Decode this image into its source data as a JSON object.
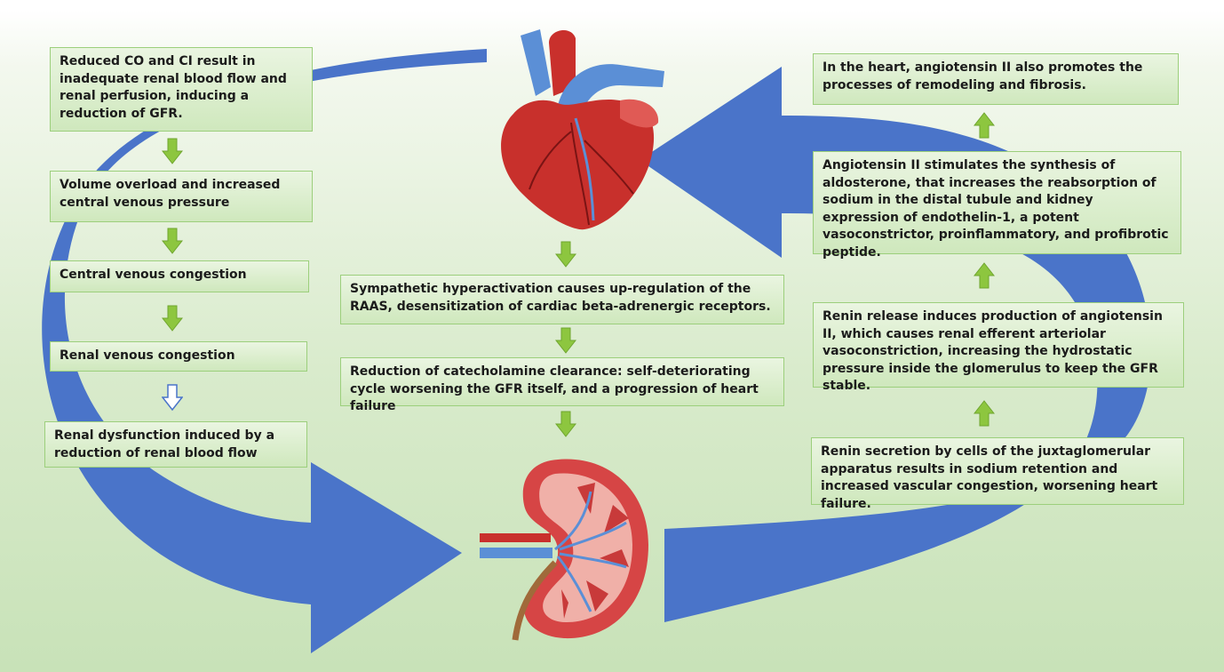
{
  "left_steps": [
    "Reduced CO and CI result in inadequate renal blood flow and renal perfusion, inducing a reduction of GFR.",
    "Volume overload and increased central venous pressure",
    "Central venous congestion",
    "Renal venous congestion",
    "Renal dysfunction induced by a reduction of renal blood flow"
  ],
  "center_steps": [
    "Sympathetic hyperactivation causes up-regulation of the RAAS, desensitization of cardiac beta-adrenergic receptors.",
    "Reduction of catecholamine clearance: self-deteriorating cycle worsening the GFR itself, and a progression of heart failure"
  ],
  "right_steps": [
    "In the heart, angiotensin II also promotes the processes of remodeling and fibrosis.",
    "Angiotensin II stimulates the synthesis of aldosterone, that increases the reabsorption of sodium in the distal tubule and kidney expression of endothelin-1, a potent vasoconstrictor, proinflammatory, and profibrotic peptide.",
    "Renin release induces production of angiotensin II, which causes renal efferent arteriolar vasoconstriction, increasing the hydrostatic pressure inside the glomerulus to keep the GFR stable.",
    "Renin secretion by cells of the juxtaglomerular apparatus  results in sodium retention and increased vascular congestion, worsening heart failure."
  ],
  "colors": {
    "cycle_arrow": "#4a74c9",
    "step_arrow": "#8dc63f",
    "heart": "#c8302c",
    "vessels": "#5b8fd6",
    "kidney": "#c83a3a"
  }
}
